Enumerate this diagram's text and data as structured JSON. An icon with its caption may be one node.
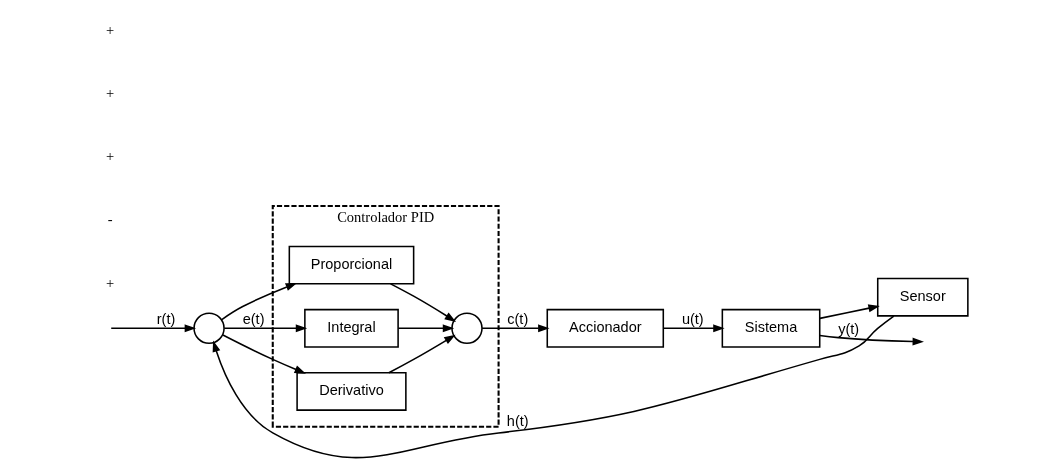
{
  "diagram": {
    "nodes": [
      {
        "text": [],
        "shape": "circle"
      },
      {
        "text": [
          "Controlador PID"
        ]
      },
      {
        "text": [
          "Proporcional"
        ],
        "in": 1
      },
      {
        "text": [
          "Integral"
        ],
        "in": 1
      },
      {
        "text": [
          "Derivativo"
        ],
        "in": 1
      },
      {
        "text": [],
        "shape": "circle",
        "in": 1
      },
      {
        "text": [
          "Accionador"
        ]
      },
      {
        "text": [
          "Sistema"
        ]
      },
      {
        "text": [
          "Sensor"
        ]
      }
    ],
    "edges": [
      {
        "from": null,
        "to": 0,
        "arrow": "to",
        "label": "r(t)"
      },
      {
        "from": 0,
        "to": 2,
        "arrow": "to"
      },
      {
        "from": 0,
        "to": 3,
        "arrow": "to",
        "label": "e(t)"
      },
      {
        "from": 0,
        "to": 4,
        "arrow": "to"
      },
      {
        "from": 2,
        "to": 5,
        "arrow": "to"
      },
      {
        "from": 3,
        "to": 5,
        "arrow": "to"
      },
      {
        "from": 4,
        "to": 5,
        "arrow": "to"
      },
      {
        "from": 5,
        "to": 6,
        "arrow": "to",
        "label": "c(t)"
      },
      {
        "from": 6,
        "to": 7,
        "arrow": "to",
        "label": "u(t)"
      },
      {
        "from": 7,
        "to": null,
        "arrow": "to",
        "label": "y(t)"
      },
      {
        "from": 7,
        "to": 8,
        "arrow": "to"
      },
      {
        "from": 8,
        "to": 0,
        "arrow": "to",
        "label": "h(t)"
      }
    ],
    "labels": [
      "+",
      "-",
      "+",
      "+",
      "+"
    ]
  }
}
